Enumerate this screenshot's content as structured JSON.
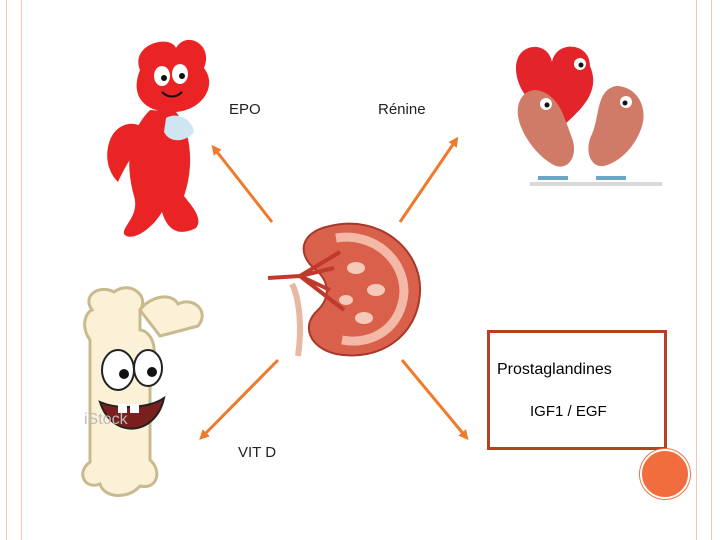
{
  "labels": {
    "epo": "EPO",
    "renin": "Rénine",
    "vit_d": "VIT  D",
    "prostaglandins": "Prostaglandines",
    "igf_egf": "IGF1  /  EGF"
  },
  "images": {
    "center": "kidney-illustration",
    "top_left": "red-cartoon-character-with-blood-drop",
    "top_right": "cartoon-kidneys-hugging-heart",
    "bottom_left": "cartoon-bone-character"
  },
  "watermark": "iStock",
  "colors": {
    "arrow": "#ee7a2c",
    "box_border": "#b4411f",
    "accent_dot": "#f26d3d",
    "frame_line": "#f1c6b4"
  }
}
